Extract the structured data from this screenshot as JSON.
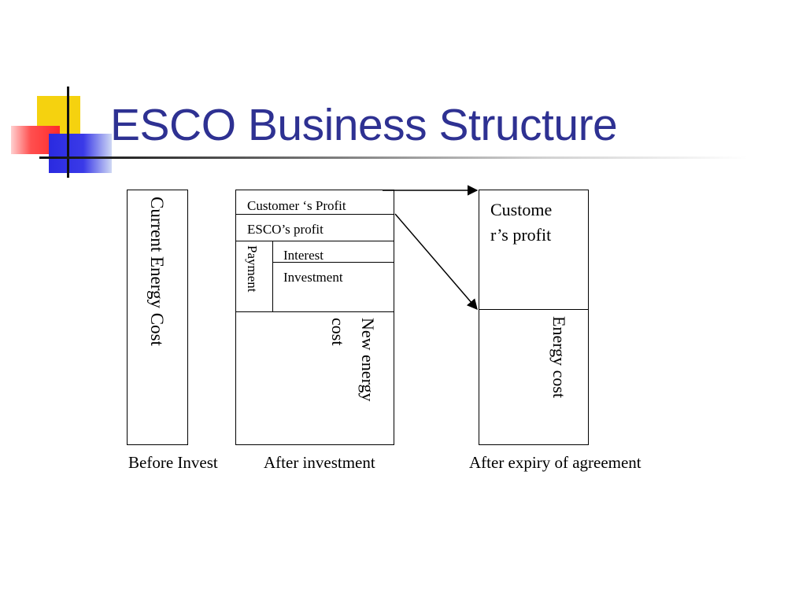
{
  "slide": {
    "title": "ESCO Business Structure"
  },
  "diagram": {
    "before": {
      "current_energy_cost": "Current Energy Cost"
    },
    "after_investment": {
      "customer_profit": "Customer ‘s Profit",
      "esco_profit": "ESCO’s profit",
      "payment": "Payment",
      "interest": "Interest",
      "investment": "Investment",
      "new_energy_cost_line1": "New  energy",
      "new_energy_cost_line2": "cost"
    },
    "after_expiry": {
      "customer_profit_line1": "Custome",
      "customer_profit_line2": "r’s profit",
      "energy_cost": "Energy cost"
    },
    "bottom_labels": {
      "before_invest": "Before Invest",
      "after_investment": "After investment",
      "after_expiry": "After expiry of agreement"
    }
  }
}
